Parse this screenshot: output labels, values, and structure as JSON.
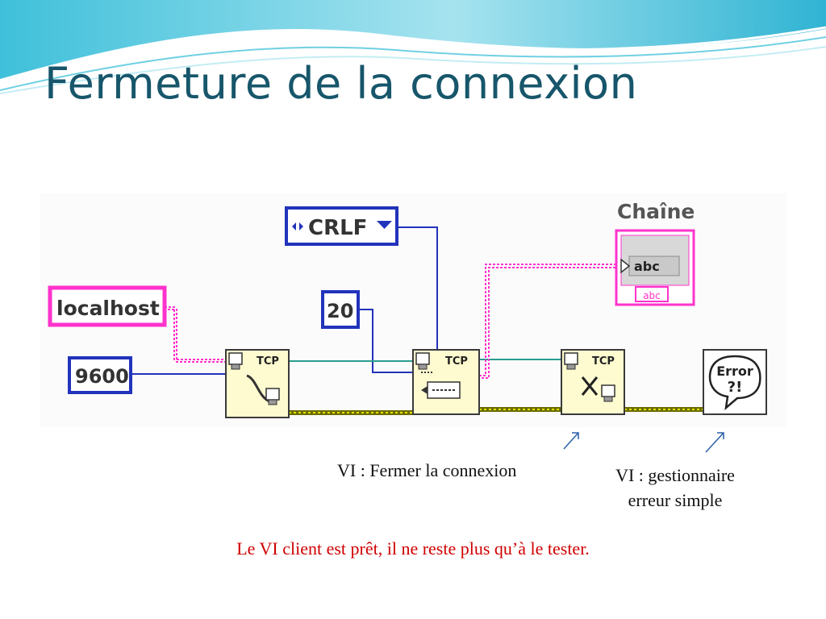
{
  "slide": {
    "title": "Fermeture de la connexion",
    "note": "Le VI client est prêt, il ne reste plus qu’à le tester."
  },
  "diagram": {
    "constants": {
      "host": "localhost",
      "port": "9600",
      "timeout": "20",
      "mode": "CRLF"
    },
    "indicator": {
      "label": "Chaîne",
      "type": "abc",
      "terminal": "abc"
    },
    "nodes": {
      "tcp_label": "TCP",
      "error_handler_lines": [
        "Error",
        "?!"
      ]
    },
    "icons": {
      "mode_arrows": "left-right-arrows-icon",
      "mode_dropdown": "dropdown-triangle-icon",
      "open": "tcp-open-connection-icon",
      "read": "tcp-read-icon",
      "close": "tcp-close-connection-icon",
      "error": "simple-error-handler-icon"
    }
  },
  "captions": {
    "close_vi": "VI : Fermer la connexion",
    "error_vi_line1": "VI : gestionnaire",
    "error_vi_line2": "erreur simple"
  },
  "colors": {
    "title": "#17566b",
    "string_wire": "#ff33cc",
    "numeric_wire": "#2233bb",
    "refnum_wire": "#2a9d8f",
    "error_wire": "#a7a700",
    "vi_fill": "#fffbd0",
    "note": "#d00000"
  }
}
